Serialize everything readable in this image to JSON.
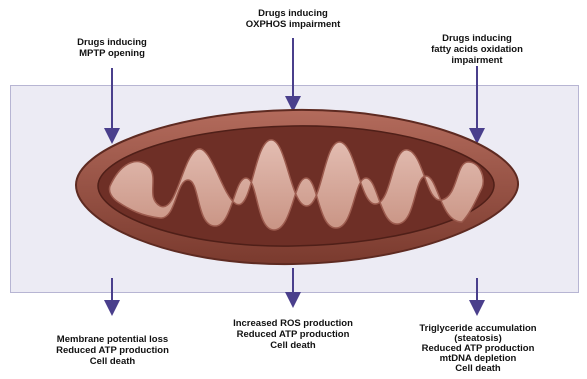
{
  "inputs": {
    "left": [
      "Drugs inducing",
      "MPTP opening"
    ],
    "center": [
      "Drugs inducing",
      "OXPHOS impairment"
    ],
    "right": [
      "Drugs inducing",
      "fatty acids oxidation",
      "impairment"
    ]
  },
  "outcomes": {
    "left": [
      "Membrane potential loss",
      "Reduced ATP production",
      "Cell death"
    ],
    "center": [
      "Increased ROS production",
      "Reduced ATP production",
      "Cell death"
    ],
    "right": [
      "Triglyceride accumulation",
      "(steatosis)",
      "Reduced ATP production",
      "mtDNA depletion",
      "Cell death"
    ]
  },
  "colors": {
    "arrow": "#4a3f8c",
    "outer_membrane": "#8c4a3d",
    "cristae": "#b47a6c",
    "matrix": "#6e2f26",
    "panel": "#ecebf4"
  }
}
